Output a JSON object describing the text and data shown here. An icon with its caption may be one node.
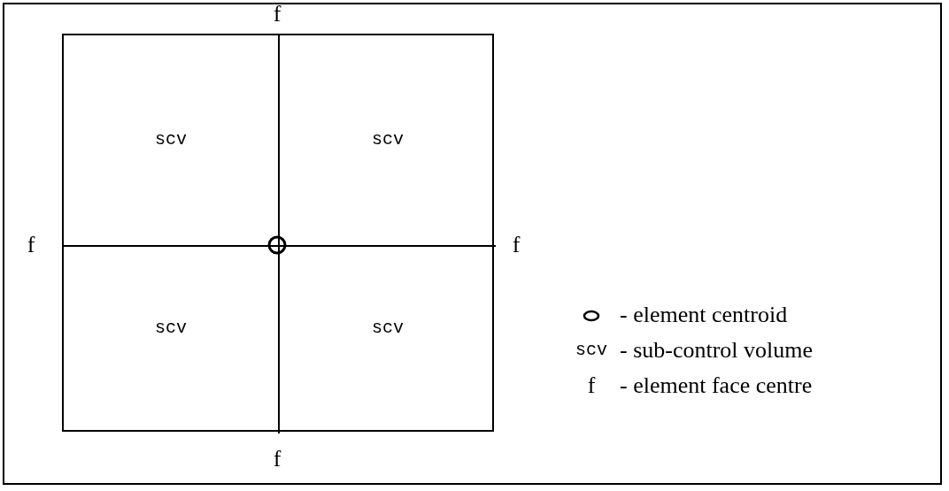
{
  "diagram": {
    "nodes": [
      {
        "text": [],
        "shape": "box"
      },
      {
        "text": [
          "scv"
        ],
        "in": 0
      },
      {
        "text": [
          "scv"
        ],
        "in": 0
      },
      {
        "text": [
          "scv"
        ],
        "in": 0
      },
      {
        "text": [
          "scv"
        ],
        "in": 0
      }
    ],
    "labels": [
      "f",
      "f",
      "f",
      "f",
      "scv",
      "- sub-control volume",
      "f",
      "- element face centre"
    ],
    "legend": [
      {
        "text": "- element centroid"
      }
    ]
  }
}
